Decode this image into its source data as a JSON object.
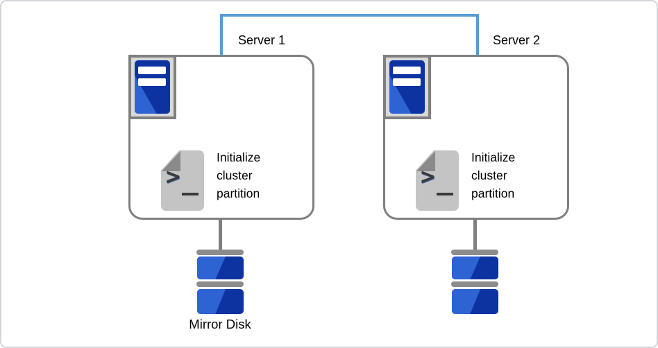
{
  "diagram": {
    "description": "Two-server mirror-disk cluster diagram",
    "connector": {
      "name": "interconnect-link",
      "color": "#5b9bd5"
    },
    "servers": [
      {
        "label": "Server 1",
        "task": "Initialize cluster partition",
        "prompt_glyph": ">",
        "disk_label": "Mirror Disk"
      },
      {
        "label": "Server 2",
        "task": "Initialize cluster partition",
        "prompt_glyph": ">",
        "disk_label": ""
      }
    ],
    "colors": {
      "frame_border": "#d2d5d9",
      "box_border": "#7f7f7f",
      "link_blue": "#5b9bd5",
      "server_icon_bg": "#d9d9d9",
      "icon_blue_dark": "#0d33a0",
      "icon_blue_light": "#2e63d4",
      "script_body": "#c4c4c4",
      "script_fold": "#8a8a8a",
      "glyph_dark": "#3a3a3a",
      "disk_gray": "#8c8c8c",
      "text": "#000000"
    }
  }
}
